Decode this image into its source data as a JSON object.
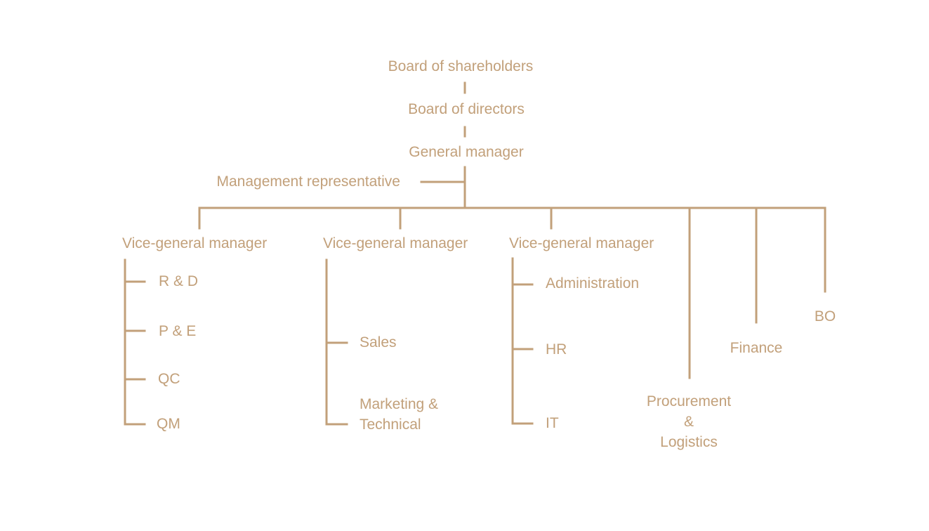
{
  "colors": {
    "line": "#c2a07a",
    "text": "#c2a07a",
    "background": "#ffffff"
  },
  "nodes": {
    "board_shareholders": "Board of shareholders",
    "board_directors": "Board of directors",
    "general_manager": "General manager",
    "management_representative": "Management representative",
    "vgm_1": "Vice-general manager",
    "vgm_2": "Vice-general manager",
    "vgm_3": "Vice-general manager",
    "rd": "R & D",
    "pe": "P & E",
    "qc": "QC",
    "qm": "QM",
    "sales": "Sales",
    "marketing_technical": "Marketing & Technical",
    "administration": "Administration",
    "hr": "HR",
    "it": "IT",
    "procurement_line1": "Procurement",
    "procurement_line2": "&",
    "procurement_line3": "Logistics",
    "finance": "Finance",
    "bo": "BO"
  }
}
